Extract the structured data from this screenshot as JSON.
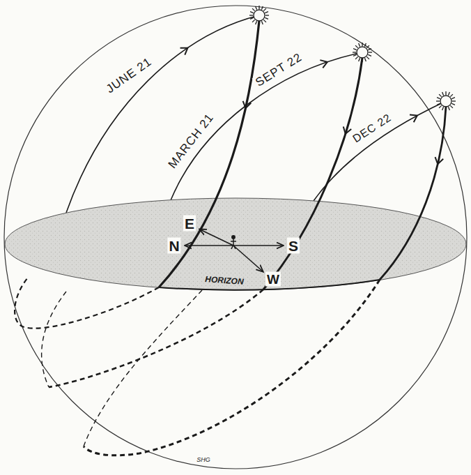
{
  "diagram": {
    "labels": [
      "JUNE 21",
      "MARCH 21",
      "SEPT 22",
      "DEC 22",
      "E",
      "N",
      "S",
      "W",
      "HORIZON",
      "SHG"
    ]
  }
}
